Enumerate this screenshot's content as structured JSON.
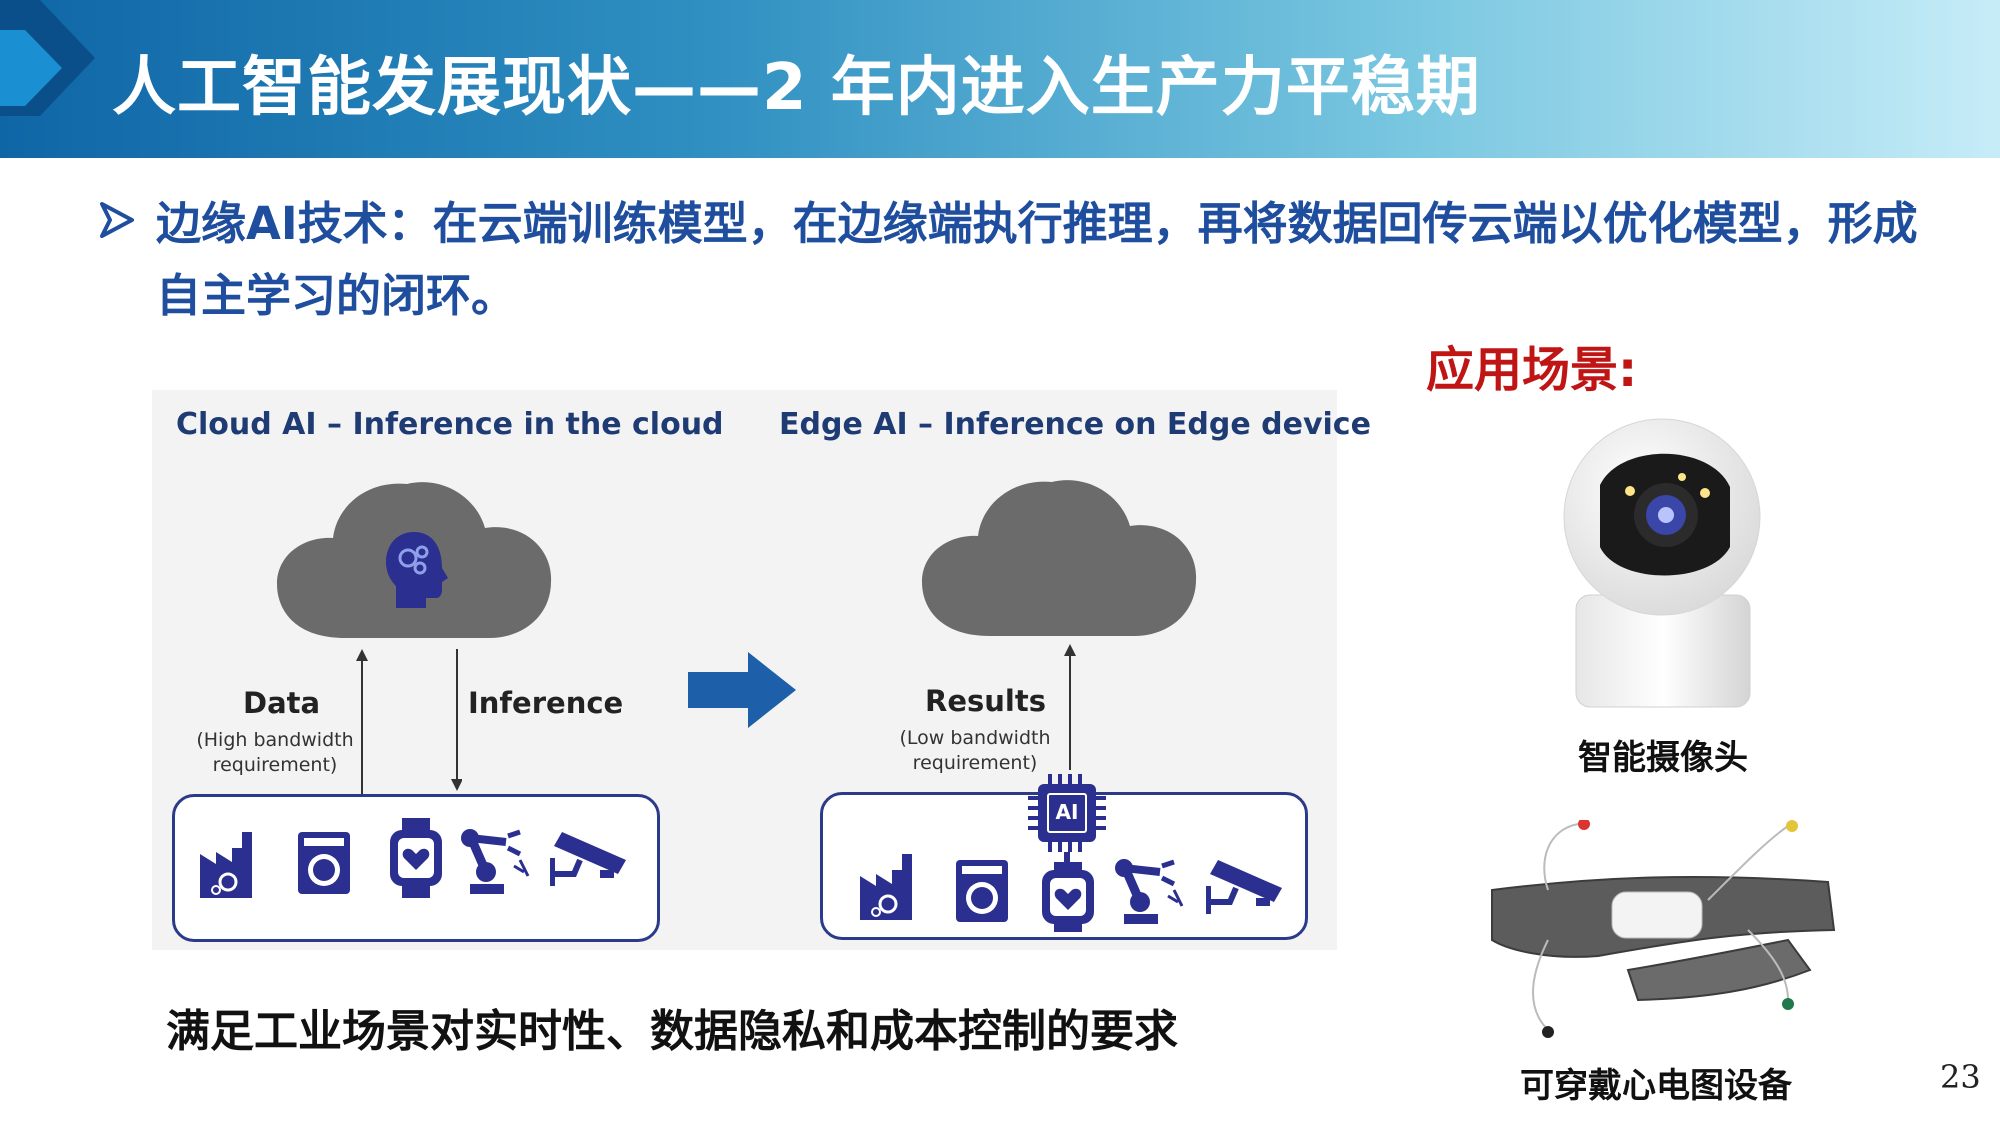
{
  "header": {
    "title": "人工智能发展现状——2 年内进入生产力平稳期"
  },
  "bullet": {
    "text": "边缘AI技术：在云端训练模型，在边缘端执行推理，再将数据回传云端以优化模型，形成自主学习的闭环。"
  },
  "scenarios": {
    "title": "应用场景:",
    "items": [
      {
        "label": "智能摄像头"
      },
      {
        "label": "可穿戴心电图设备"
      }
    ]
  },
  "cloud_ai": {
    "title": "Cloud AI – Inference in the cloud",
    "data_label": "Data",
    "data_sub": "(High bandwidth requirement)",
    "inference_label": "Inference",
    "chip_text": ""
  },
  "edge_ai": {
    "title": "Edge AI – Inference on Edge device",
    "results_label": "Results",
    "results_sub": "(Low bandwidth requirement)",
    "chip_text": "AI"
  },
  "caption": "满足工业场景对实时性、数据隐私和成本控制的要求",
  "page_number": "23",
  "colors": {
    "header_start": "#0f66a6",
    "header_end": "#c6ecf7",
    "bullet_text": "#1f4e9e",
    "scenario_title": "#c01515",
    "icon_blue": "#2b2f8f",
    "cloud_gray": "#6b6b6b",
    "arrow_blue": "#1d5fa8"
  }
}
